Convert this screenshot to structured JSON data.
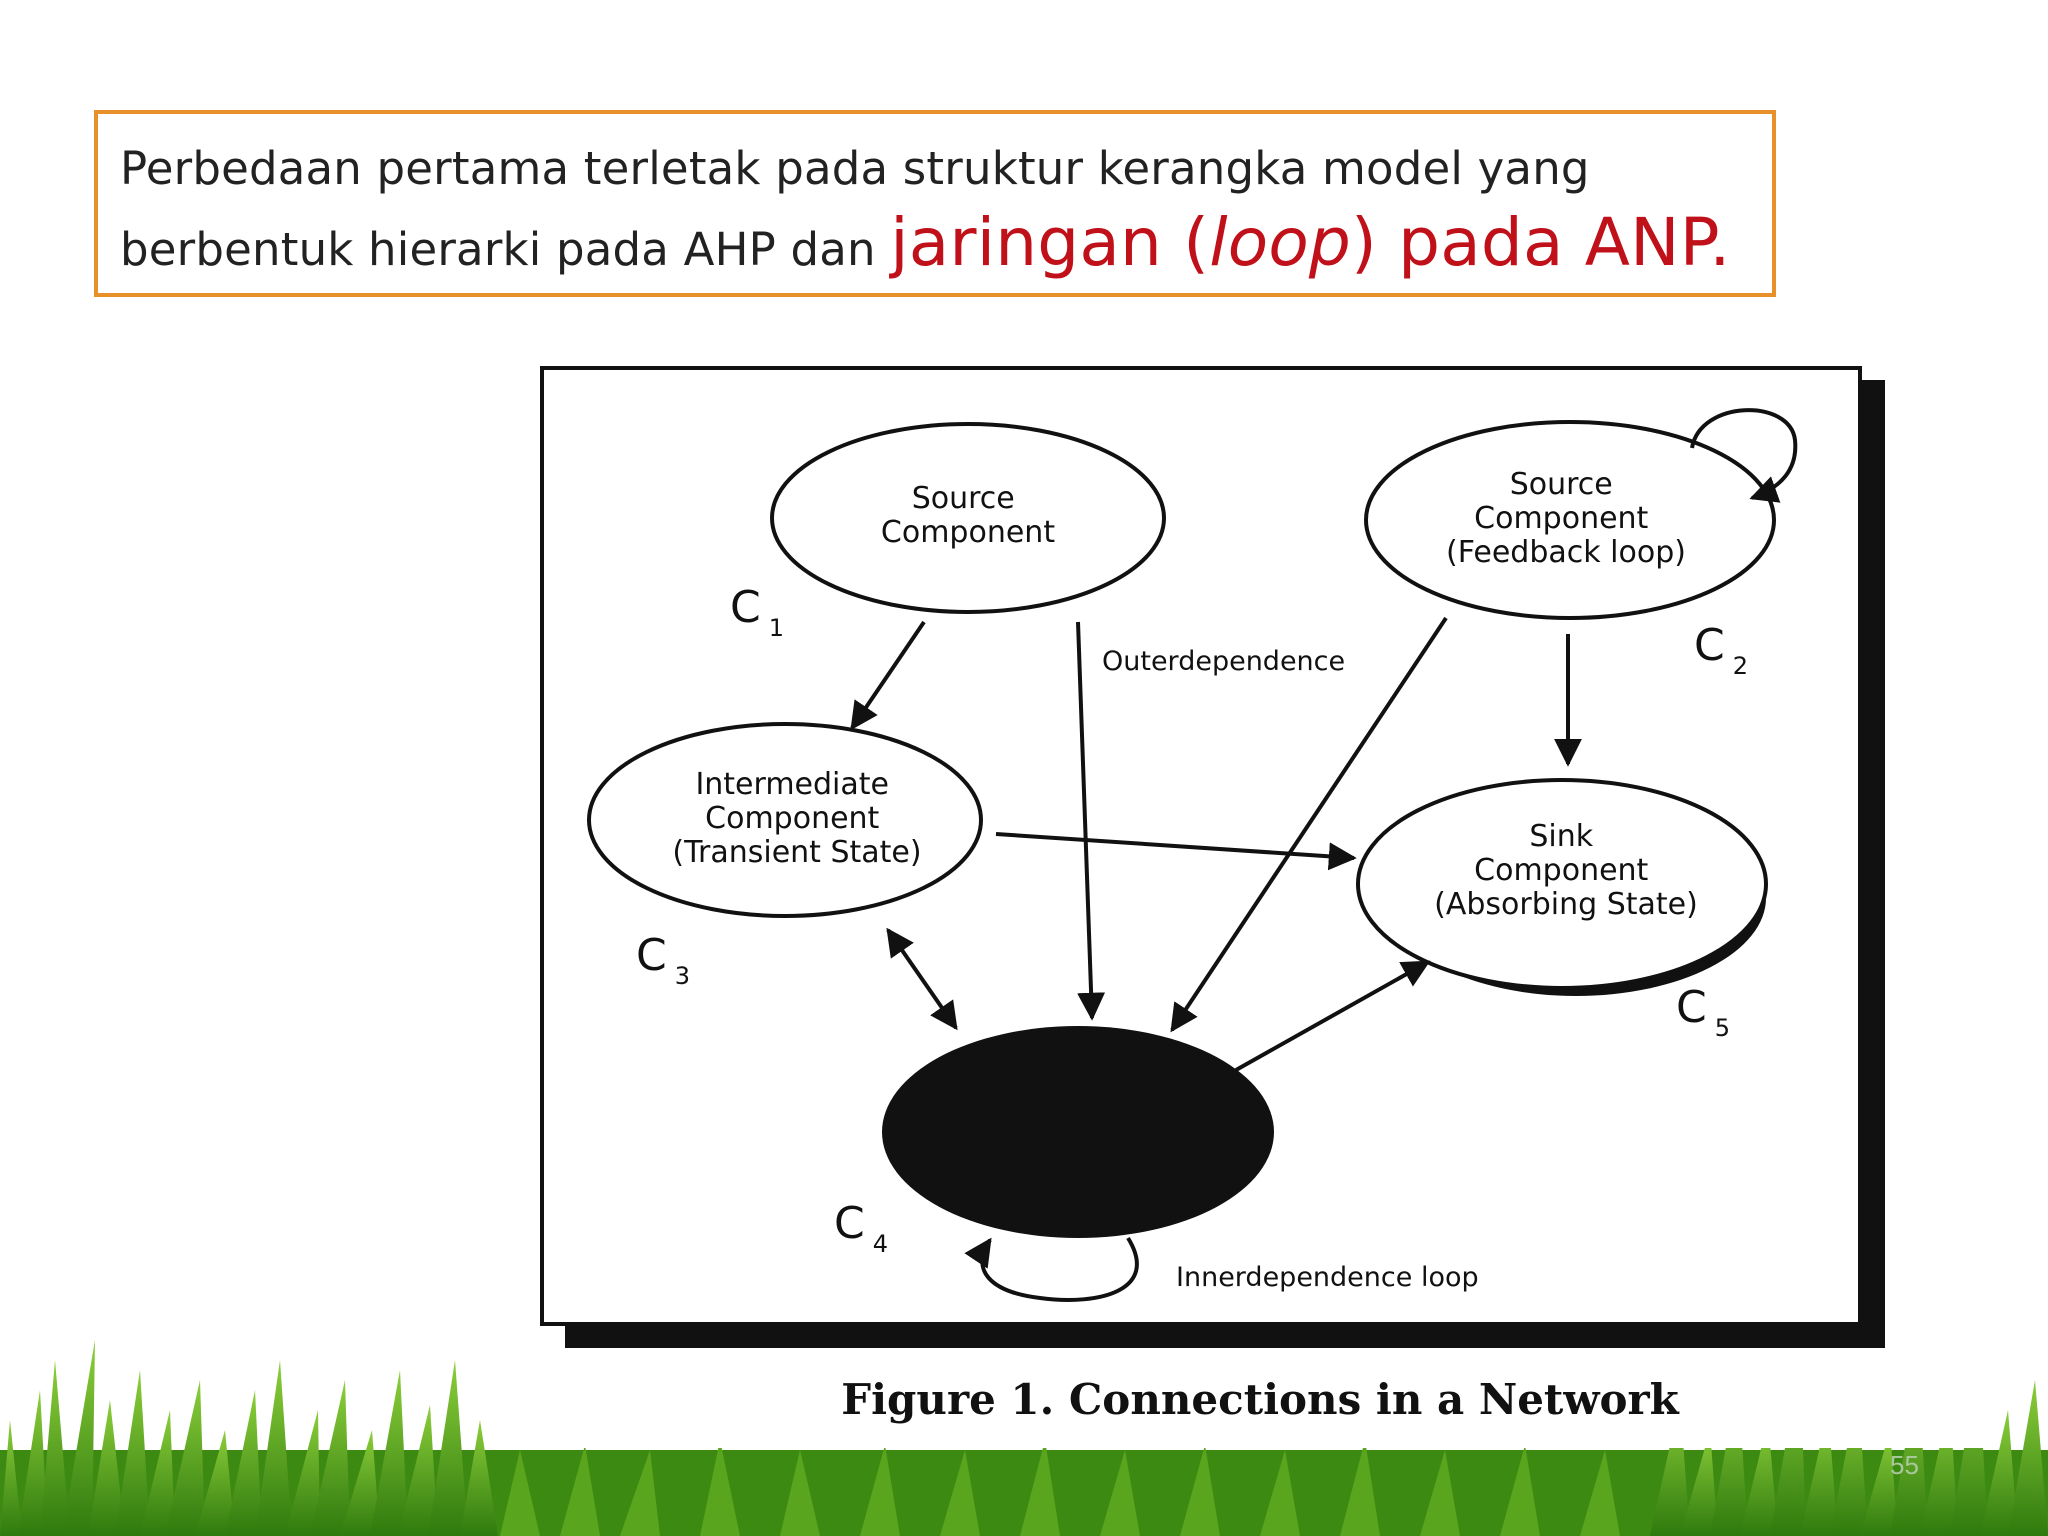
{
  "callout": {
    "text_part1": "Perbedaan pertama terletak pada struktur kerangka model yang",
    "text_part2": "berbentuk hierarki pada AHP dan ",
    "emph_before": "jaringan (",
    "emph_italic": "loop",
    "emph_after": ") pada ANP."
  },
  "figure": {
    "caption": "Figure 1.  Connections in a Network",
    "nodes": [
      {
        "id": "c1",
        "lines": [
          "Source",
          "Component"
        ],
        "label": "C",
        "sub": "1"
      },
      {
        "id": "c2",
        "lines": [
          "Source",
          "Component",
          "(Feedback  loop)"
        ],
        "label": "C",
        "sub": "2"
      },
      {
        "id": "c3",
        "lines": [
          "Intermediate",
          "Component",
          "(Transient  State)"
        ],
        "label": "C",
        "sub": "3"
      },
      {
        "id": "c4",
        "lines": [],
        "label": "C",
        "sub": "4"
      },
      {
        "id": "c5",
        "lines": [
          "Sink",
          "Component",
          "(Absorbing  State)"
        ],
        "label": "C",
        "sub": "5"
      }
    ],
    "edge_labels": {
      "outer": "Outerdependence",
      "inner": "Innerdependence  loop"
    }
  },
  "slide_number": "55",
  "colors": {
    "border": "#e8902a",
    "emphasis": "#c0101a",
    "grass_dark": "#3d8a12",
    "grass_light": "#8ccf3a"
  }
}
